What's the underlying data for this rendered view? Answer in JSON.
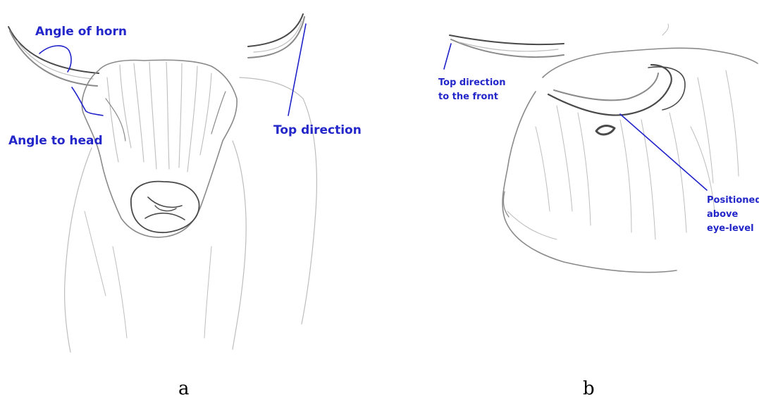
{
  "colors": {
    "annotation": "#2326c8",
    "pencil": "#8a8a8a",
    "caption": "#000000"
  },
  "panel_a": {
    "caption": "a",
    "labels": {
      "angle_of_horn": "Angle of horn",
      "angle_to_head": "Angle to head",
      "top_direction": "Top direction"
    }
  },
  "panel_b": {
    "caption": "b",
    "labels": {
      "top_direction_line1": "Top direction",
      "top_direction_line2": "to the front",
      "positioned_line1": "Positioned",
      "positioned_line2": "above",
      "positioned_line3": "eye-level"
    }
  }
}
